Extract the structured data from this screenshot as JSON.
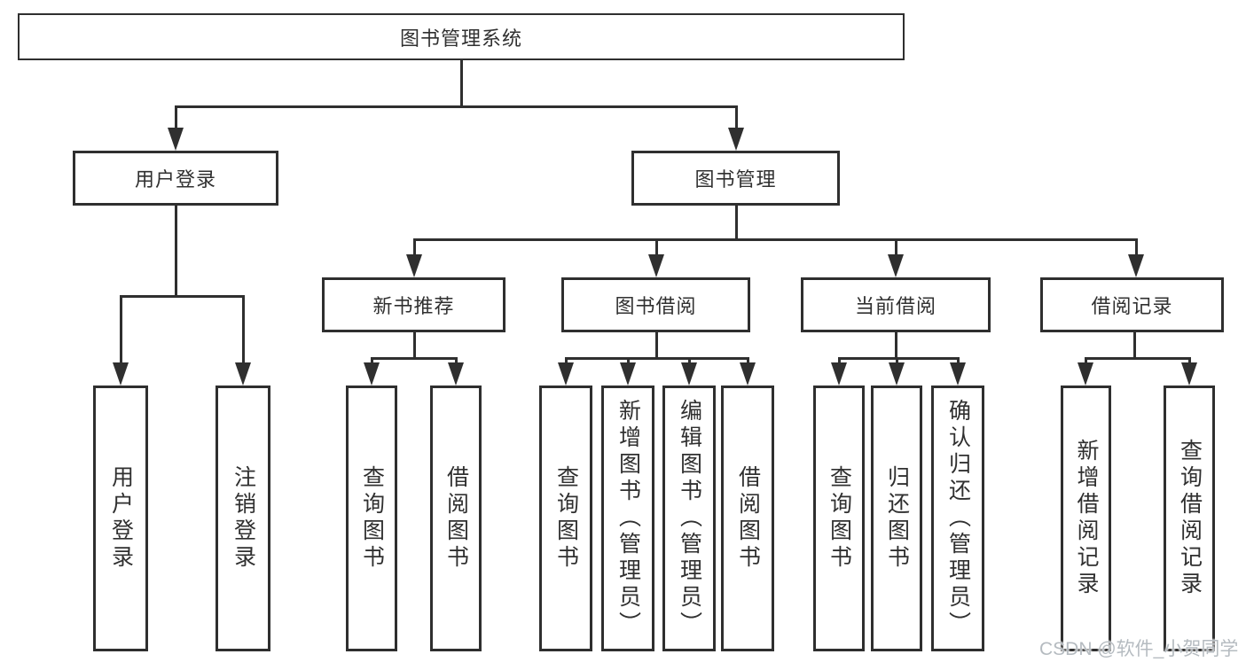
{
  "diagram_type": "hierarchy-tree",
  "tree": {
    "label": "图书管理系统",
    "children": [
      {
        "label": "用户登录",
        "children": [
          {
            "label": "用户登录"
          },
          {
            "label": "注销登录"
          }
        ]
      },
      {
        "label": "图书管理",
        "children": [
          {
            "label": "新书推荐",
            "children": [
              {
                "label": "查询图书"
              },
              {
                "label": "借阅图书"
              }
            ]
          },
          {
            "label": "图书借阅",
            "children": [
              {
                "label": "查询图书"
              },
              {
                "label": "新增图书（管理员）"
              },
              {
                "label": "编辑图书（管理员）"
              },
              {
                "label": "借阅图书"
              }
            ]
          },
          {
            "label": "当前借阅",
            "children": [
              {
                "label": "查询图书"
              },
              {
                "label": "归还图书"
              },
              {
                "label": "确认归还（管理员）"
              }
            ]
          },
          {
            "label": "借阅记录",
            "children": [
              {
                "label": "新增借阅记录"
              },
              {
                "label": "查询借阅记录"
              }
            ]
          }
        ]
      }
    ]
  },
  "watermark": {
    "text": "CSDN @软件_小贺同学"
  },
  "colors": {
    "background": "#ffffff",
    "line": "#2f2f2f",
    "text": "#303030",
    "watermark": "#b5bbc0"
  }
}
